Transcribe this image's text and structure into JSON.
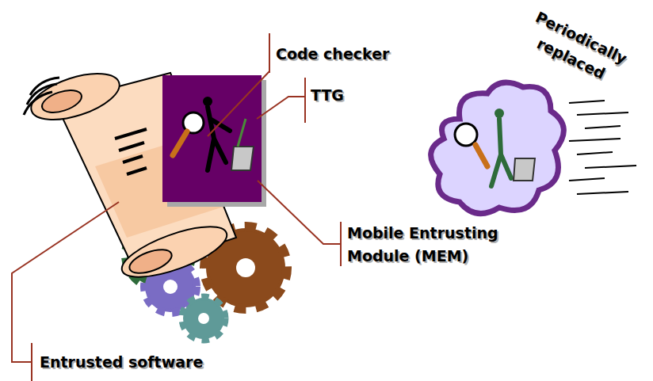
{
  "diagram": {
    "labels": [
      "Code checker",
      "TTG",
      "Mobile Entrusting Module (MEM)",
      "Entrusted software",
      "Periodically replaced"
    ]
  }
}
